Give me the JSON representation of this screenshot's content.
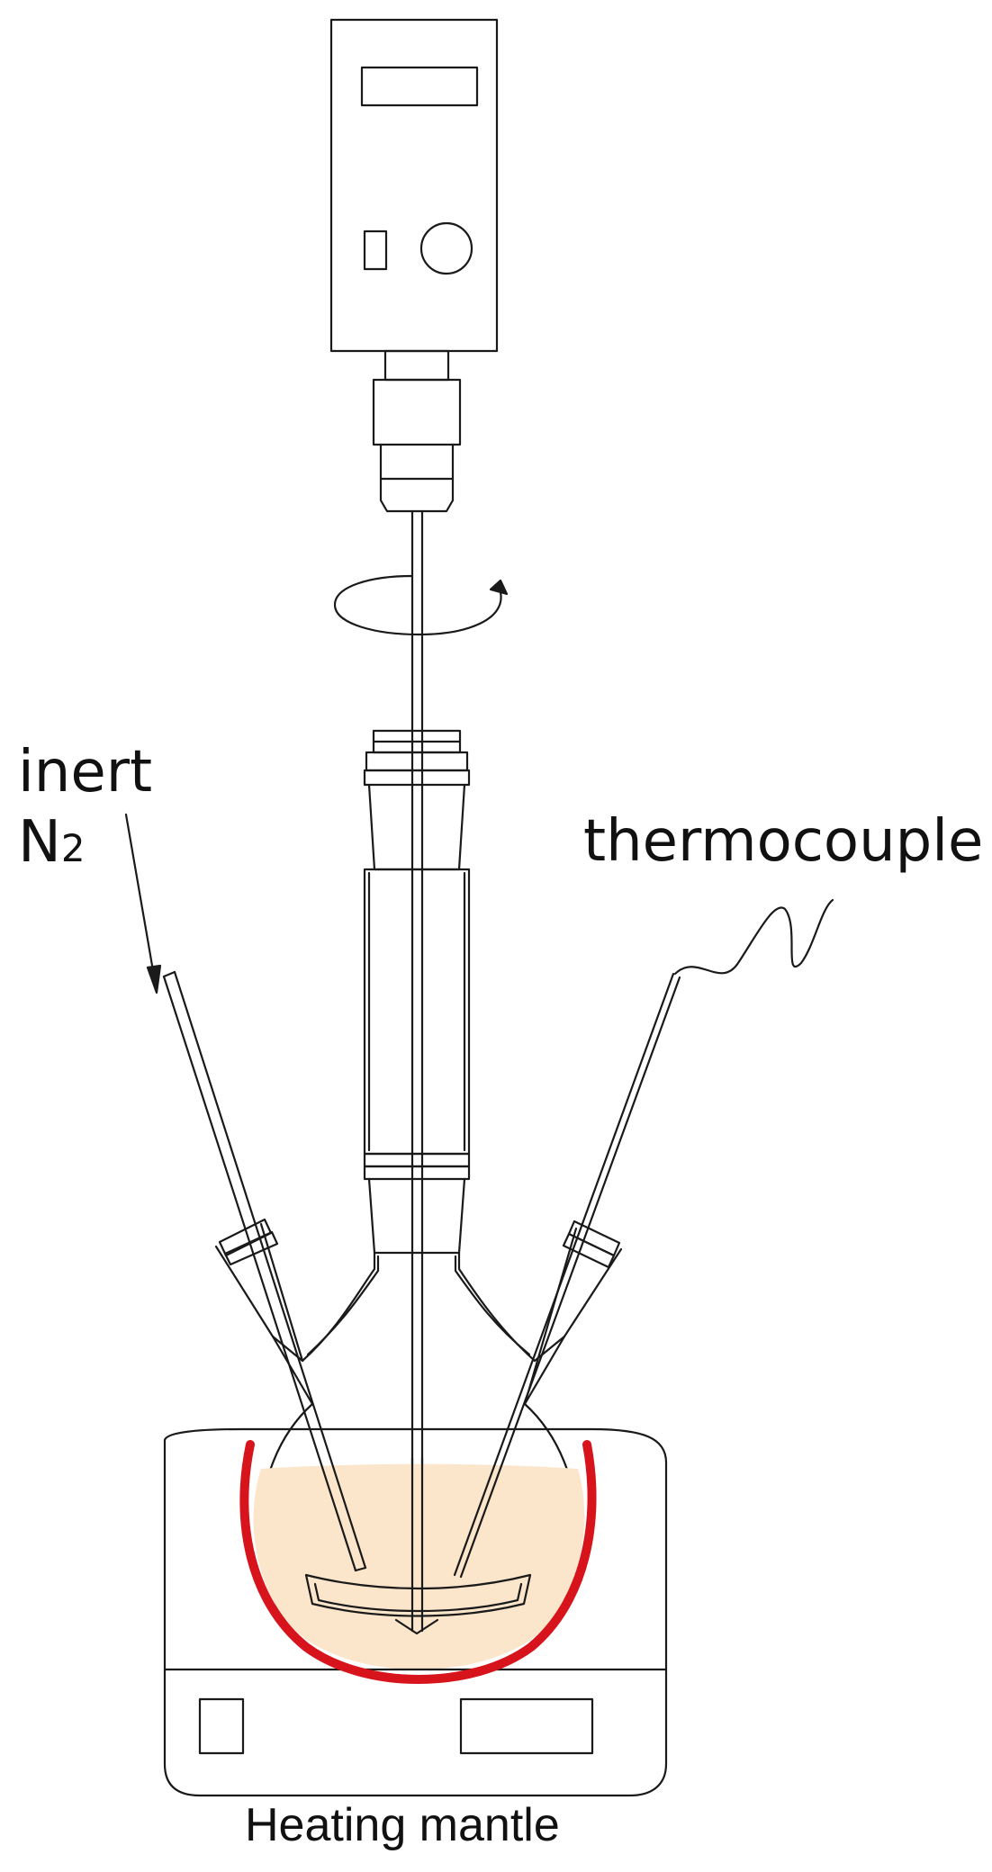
{
  "labels": {
    "inert": "inert",
    "n2_main": "N",
    "n2_sub": "2",
    "thermocouple": "thermocouple",
    "heating_mantle": "Heating mantle"
  },
  "colors": {
    "line": "#1a1a1a",
    "heating_element": "#d7141c",
    "liquid": "#fbe6cc"
  },
  "icons": [
    "rotation-arrow-icon",
    "pointer-arrow-icon"
  ]
}
